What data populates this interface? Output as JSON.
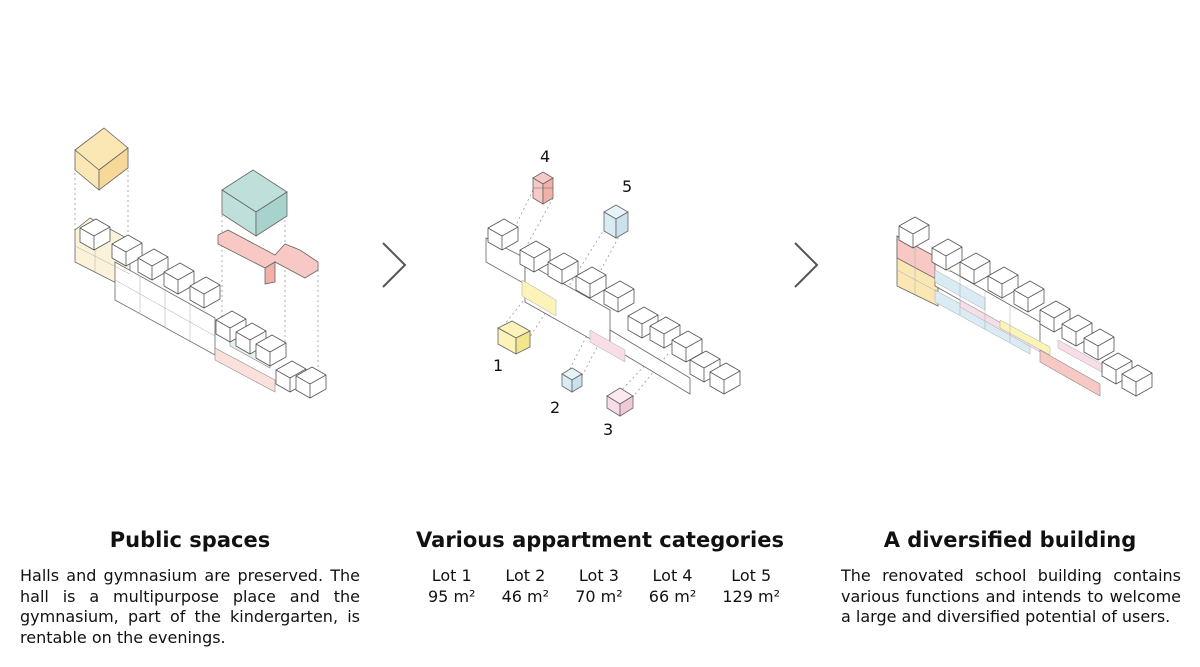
{
  "panels": [
    {
      "title": "Public spaces",
      "text": "Halls and gymnasium are preserved. The hall is a multipurpose place and the gymnasium, part of the kindergarten, is rentable on the evenings."
    },
    {
      "title": "Various appartment categories",
      "lots": [
        {
          "name": "Lot 1",
          "area": "95 m²"
        },
        {
          "name": "Lot 2",
          "area": "46 m²"
        },
        {
          "name": "Lot 3",
          "area": "70 m²"
        },
        {
          "name": "Lot 4",
          "area": "66 m²"
        },
        {
          "name": "Lot 5",
          "area": "129 m²"
        }
      ],
      "unit_numbers": [
        "1",
        "2",
        "3",
        "4",
        "5"
      ]
    },
    {
      "title": "A diversified building",
      "text": "The renovated school building contains various functions and  intends to welcome a large and diversified potential of users."
    }
  ],
  "colors": {
    "yellow": "#fbe7b4",
    "teal": "#bfe0da",
    "red": "#f8c9c4",
    "lightYellow": "#fbf3b8",
    "lightBlue": "#d9ecf3",
    "pink": "#f8dde8",
    "outline": "#555555",
    "arrow": "#555555"
  }
}
